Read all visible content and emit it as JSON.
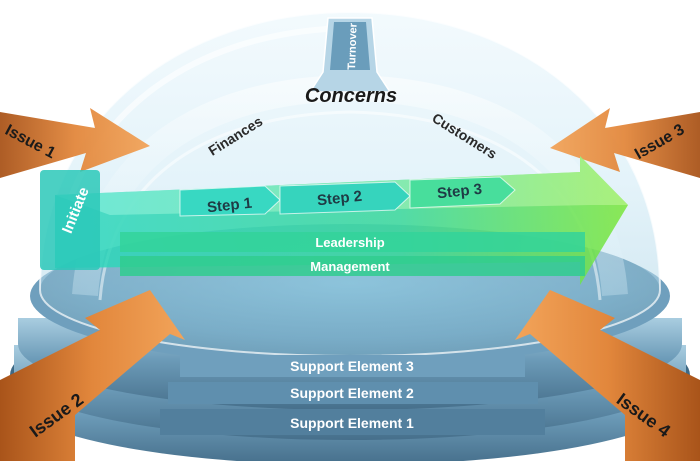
{
  "diagram": {
    "top_label": "Turnover",
    "dome_title": "Concerns",
    "arc_left_label": "Finances",
    "arc_right_label": "Customers",
    "initiate_label": "Initiate",
    "steps": [
      "Step 1",
      "Step 2",
      "Step 3"
    ],
    "bars": [
      "Leadership",
      "Management"
    ],
    "issues": [
      "Issue 1",
      "Issue 2",
      "Issue 3",
      "Issue 4"
    ],
    "support_elements": [
      "Support Element 3",
      "Support Element 2",
      "Support Element 1"
    ]
  },
  "colors": {
    "dome_glass": "#bfe3f3",
    "rim_blue": "#5f8fae",
    "issue_orange": "#d9772f",
    "arrow_teal": "#27c9b5",
    "arrow_green": "#6fe13a"
  }
}
